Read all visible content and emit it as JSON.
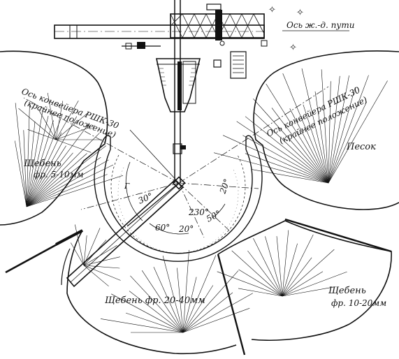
{
  "labels": {
    "rail_axis": "Ось ж.-д. пути",
    "conveyor_left_line1": "Ось конвейера РШК-30",
    "conveyor_left_line2": "(крайнее положение)",
    "conveyor_right_line1": "Ось конвейера РШК-30",
    "conveyor_right_line2": "(крайнее положение)",
    "pile_topleft_line1": "Щебень",
    "pile_topleft_line2": "фр. 5-10мм",
    "pile_sand": "Песок",
    "pile_bottom": "Щебень фр. 20-40мм",
    "pile_bottomright_line1": "Щебень",
    "pile_bottomright_line2": "фр. 10-20мм",
    "mark_g": "Г"
  },
  "angles": {
    "a30": "30°",
    "a60": "60°",
    "a20_low": "20°",
    "a230": "230°",
    "a50": "50°",
    "a20_right": "20°"
  }
}
